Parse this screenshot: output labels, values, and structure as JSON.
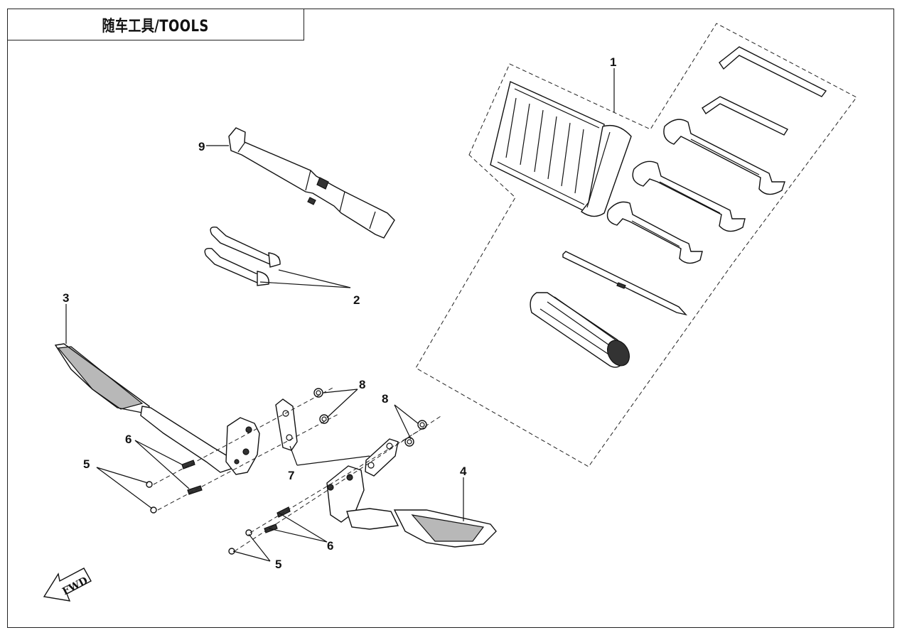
{
  "title": "随车工具/TOOLS",
  "callouts": {
    "c1": "1",
    "c2": "2",
    "c3": "3",
    "c4": "4",
    "c5a": "5",
    "c5b": "5",
    "c6a": "6",
    "c6b": "6",
    "c7": "7",
    "c8a": "8",
    "c8b": "8",
    "c9": "9"
  },
  "fwd_label": "FWD"
}
